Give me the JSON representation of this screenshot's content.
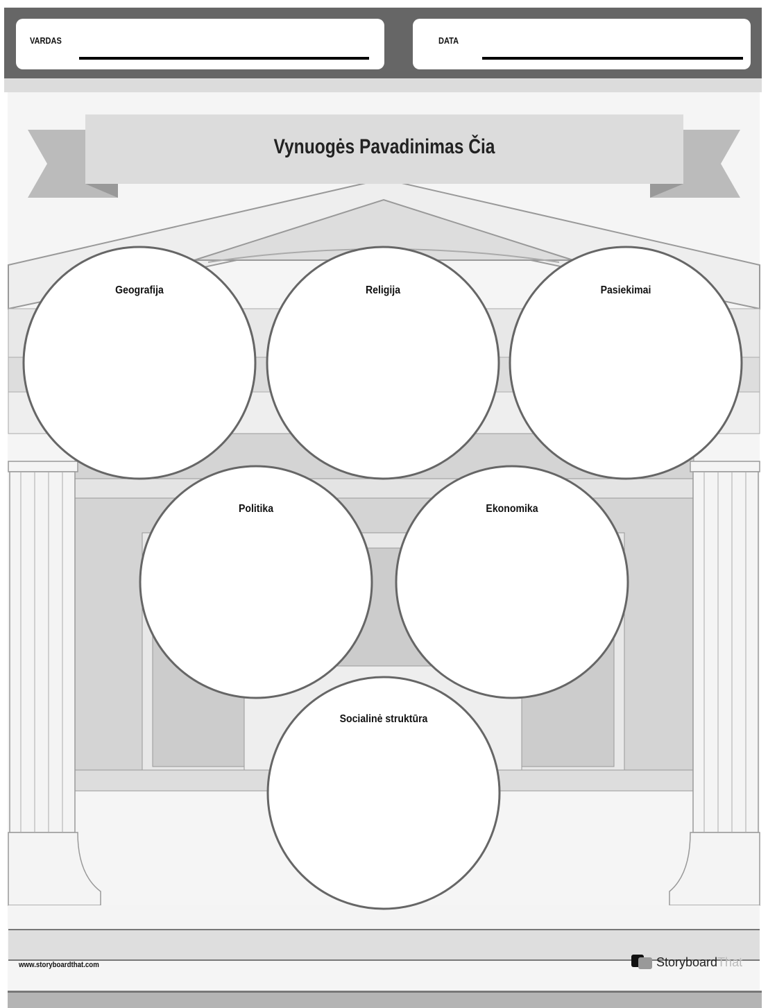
{
  "header": {
    "name_label": "VARDAS",
    "date_label": "DATA"
  },
  "title": "Vynuogės Pavadinimas Čia",
  "circles": [
    {
      "label": "Geografija"
    },
    {
      "label": "Religija"
    },
    {
      "label": "Pasiekimai"
    },
    {
      "label": "Politika"
    },
    {
      "label": "Ekonomika"
    },
    {
      "label": "Socialinė struktūra"
    }
  ],
  "footer": {
    "url": "www.storyboardthat.com",
    "logo_part1": "Storyboard",
    "logo_part2": "That"
  },
  "colors": {
    "header": "#666666",
    "circle_stroke": "#666666",
    "banner": "#dcdcdc"
  }
}
